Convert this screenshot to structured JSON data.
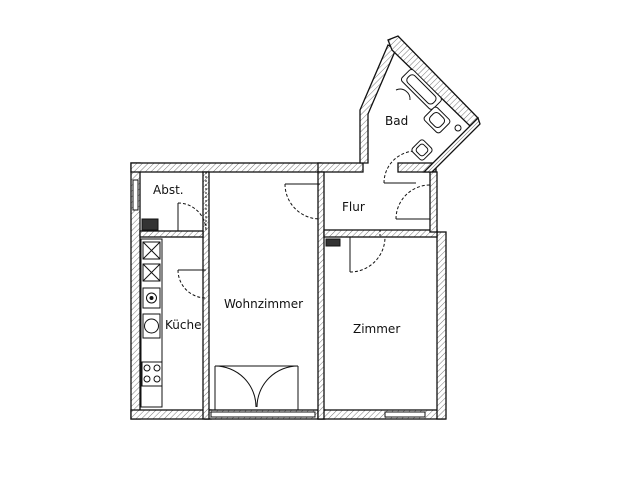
{
  "floor_plan": {
    "rooms": [
      {
        "id": "abst",
        "label": "Abst."
      },
      {
        "id": "kueche",
        "label": "Küche"
      },
      {
        "id": "wohnzimmer",
        "label": "Wohnzimmer"
      },
      {
        "id": "flur",
        "label": "Flur"
      },
      {
        "id": "bad",
        "label": "Bad"
      },
      {
        "id": "zimmer",
        "label": "Zimmer"
      }
    ]
  },
  "colors": {
    "ink": "#111111",
    "hatch": "#555555",
    "background": "#ffffff"
  }
}
